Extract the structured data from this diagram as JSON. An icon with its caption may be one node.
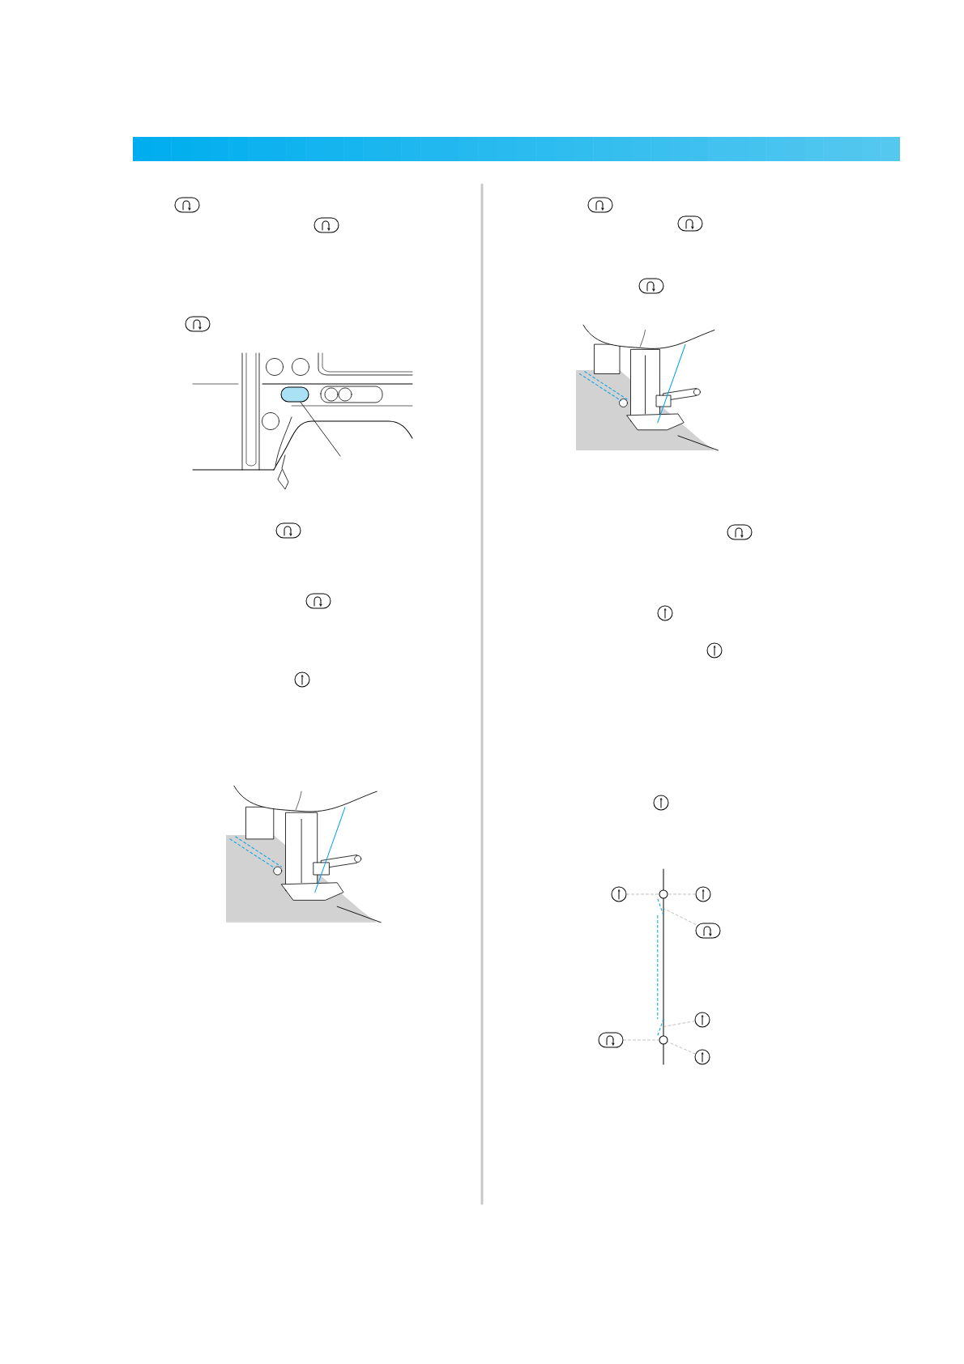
{
  "diagram": {
    "nodes": [
      {
        "text": [],
        "shape": "circle"
      },
      {
        "text": [],
        "shape": "circle"
      },
      {
        "text": [],
        "shape": "circle"
      },
      {
        "text": [],
        "shape": "box"
      },
      {
        "text": [],
        "shape": "circle"
      },
      {
        "text": [],
        "shape": "box"
      },
      {
        "text": [],
        "shape": "circle"
      },
      {
        "text": [],
        "shape": "circle"
      },
      {
        "text": [],
        "shape": "box"
      },
      {
        "text": [],
        "shape": "line"
      },
      {
        "text": [],
        "shape": "line"
      }
    ],
    "edges": [
      {
        "from": 0,
        "to": 1,
        "arrow": "none",
        "style": "dashed"
      },
      {
        "from": 2,
        "to": 1,
        "arrow": "none",
        "style": "dashed"
      },
      {
        "from": 3,
        "to": 9,
        "arrow": "none",
        "style": "dashed"
      },
      {
        "from": 4,
        "to": 10,
        "arrow": "none",
        "style": "dashed"
      },
      {
        "from": 5,
        "to": 6,
        "arrow": "none",
        "style": "dashed"
      },
      {
        "from": 7,
        "to": 6,
        "arrow": "none",
        "style": "dashed"
      },
      {
        "from": null,
        "to": 8,
        "arrow": "none",
        "color": "#000000"
      },
      {
        "from": 9,
        "to": 10,
        "arrow": "none",
        "style": "dashed",
        "color": "#00a0e6"
      }
    ]
  }
}
